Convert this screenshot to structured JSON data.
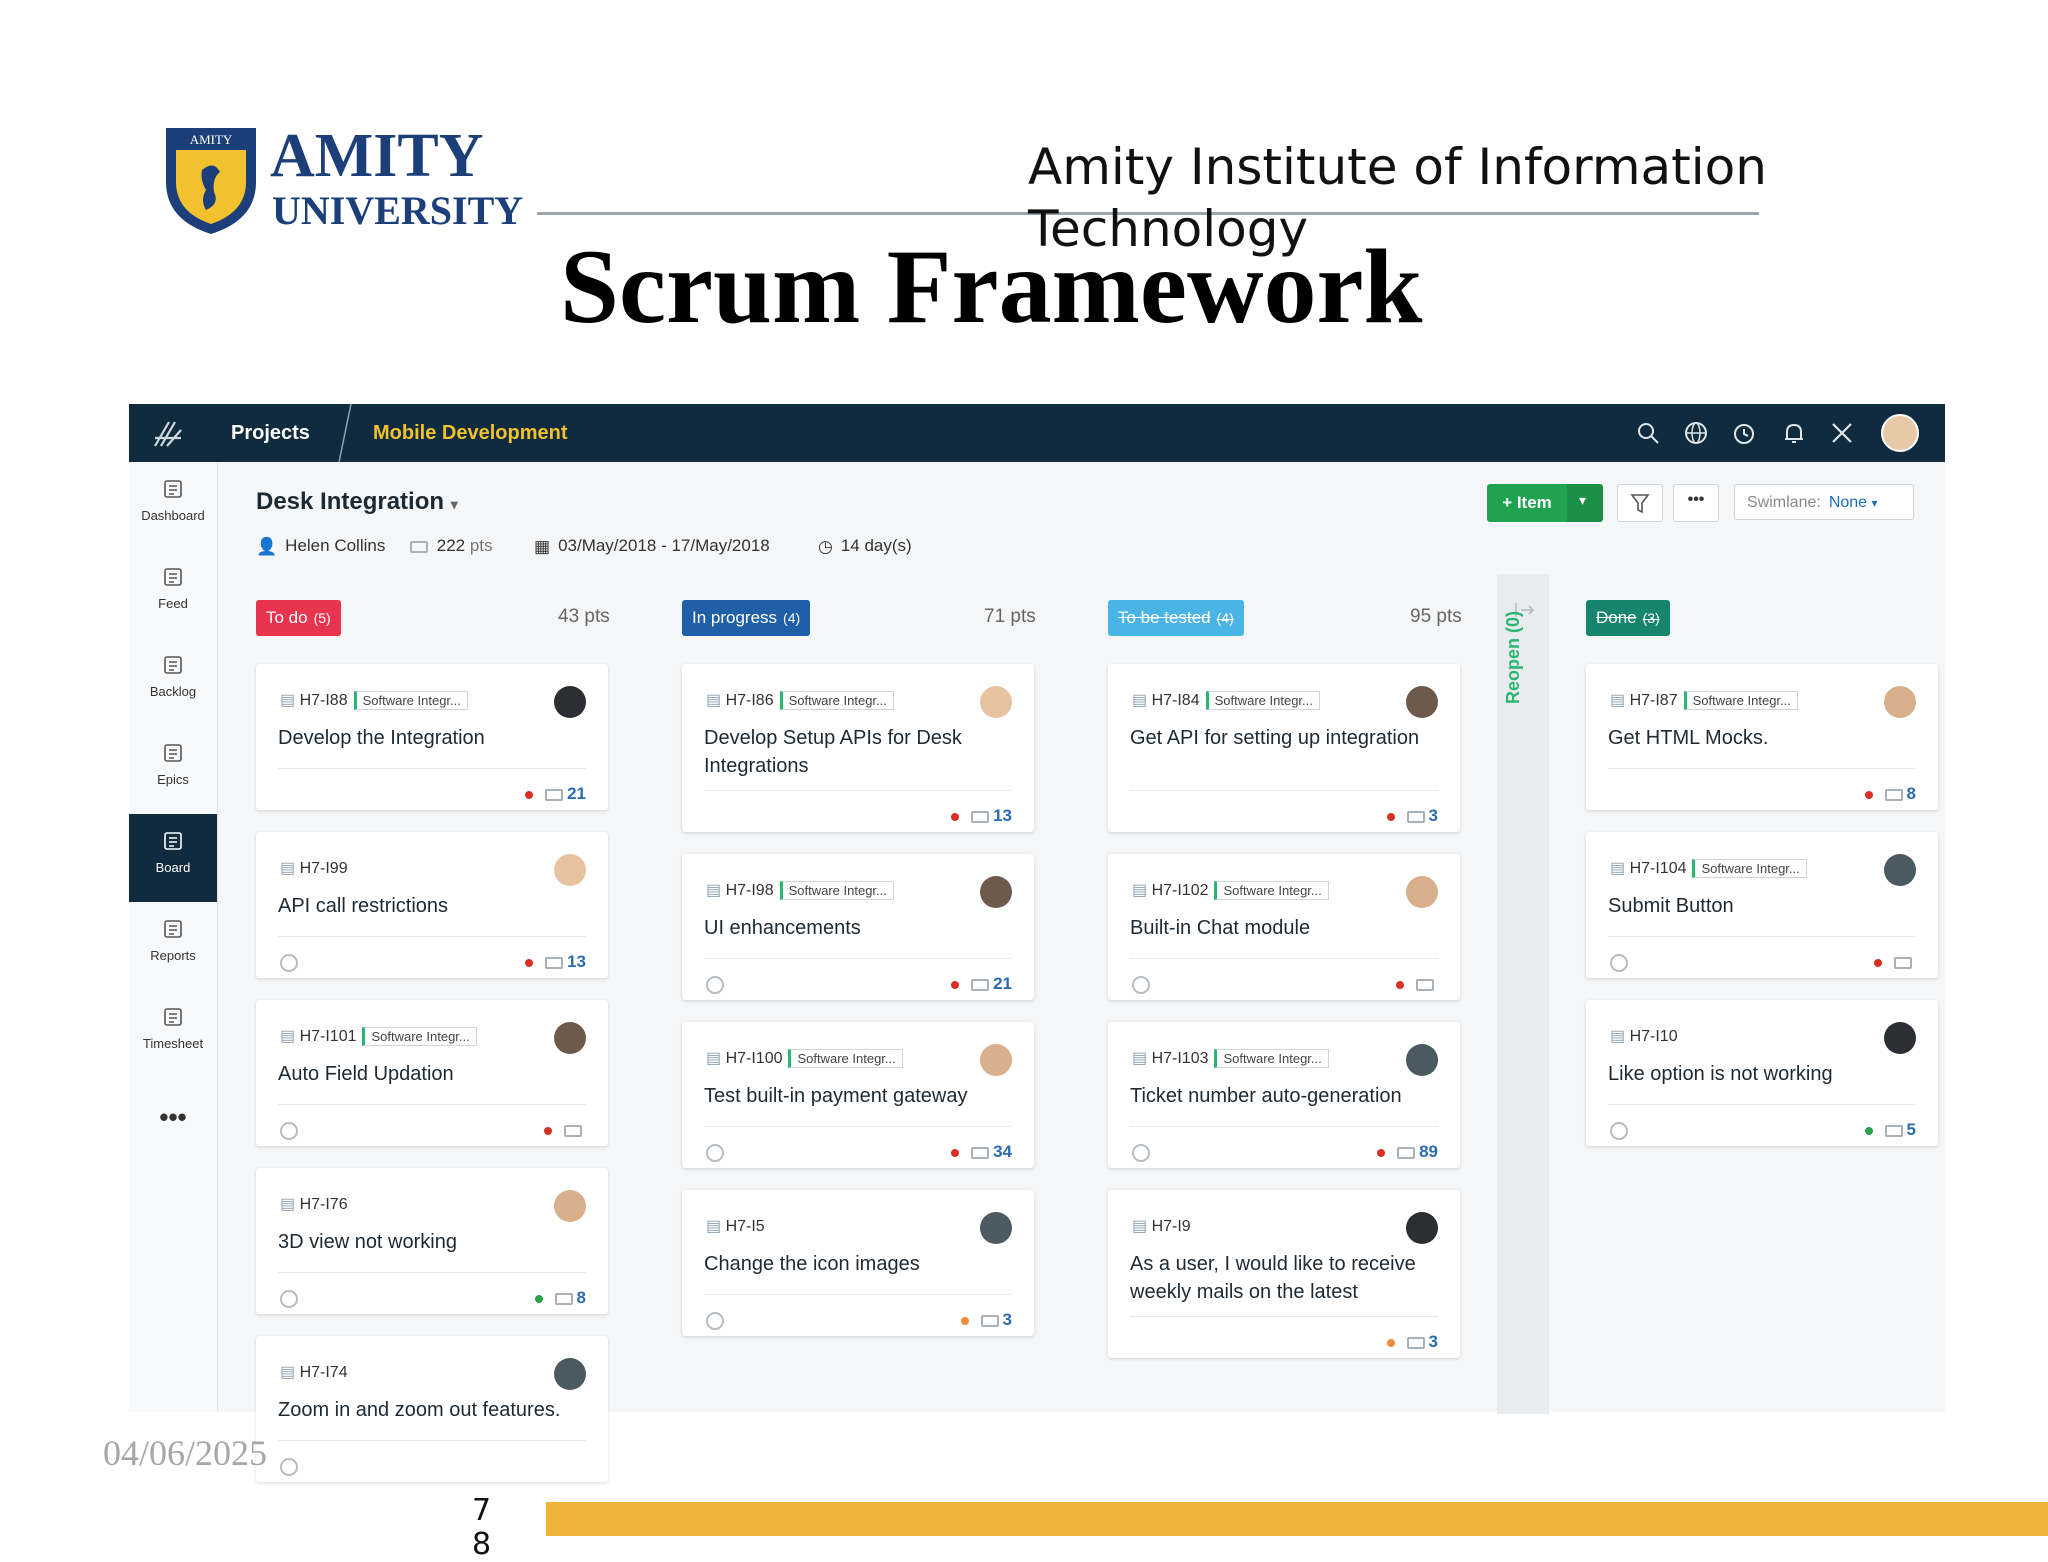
{
  "slide": {
    "institute": "Amity Institute of Information Technology",
    "title": "Scrum Framework",
    "date": "04/06/2025",
    "page_number": "7\n8",
    "logo": {
      "line1": "AMITY",
      "line2": "UNIVERSITY",
      "crest_text": "AMITY"
    },
    "colors": {
      "gold_bar": "#f0b43d",
      "rule": "#9aa7ad"
    }
  },
  "app": {
    "topbar": {
      "projects": "Projects",
      "breadcrumb": "Mobile Development",
      "icons": [
        "search-icon",
        "globe-icon",
        "timer-icon",
        "bell-icon",
        "tools-icon",
        "avatar"
      ]
    },
    "sidebar": {
      "items": [
        {
          "label": "Dashboard",
          "icon": "dashboard-icon"
        },
        {
          "label": "Feed",
          "icon": "feed-icon"
        },
        {
          "label": "Backlog",
          "icon": "backlog-icon"
        },
        {
          "label": "Epics",
          "icon": "epics-icon"
        },
        {
          "label": "Board",
          "icon": "board-icon",
          "active": true
        },
        {
          "label": "Reports",
          "icon": "reports-icon"
        },
        {
          "label": "Timesheet",
          "icon": "timesheet-icon"
        }
      ],
      "more": "•••"
    },
    "header": {
      "title": "Desk Integration",
      "owner": "Helen Collins",
      "points": "222",
      "points_unit": "pts",
      "date_range": "03/May/2018 - 17/May/2018",
      "duration": "14 day(s)",
      "add_item": "+ Item",
      "more": "•••",
      "swimlane_label": "Swimlane:",
      "swimlane_value": "None"
    },
    "columns": [
      {
        "name": "To do",
        "count": "(5)",
        "pts": "43 pts",
        "color": "#e8344e"
      },
      {
        "name": "In progress",
        "count": "(4)",
        "pts": "71 pts",
        "color": "#1f5fa8"
      },
      {
        "name": "To be tested",
        "count": "(4)",
        "pts": "95 pts",
        "color": "#4bb4e6"
      },
      {
        "name": "Done",
        "count": "(3)",
        "pts": "",
        "color": "#17856e"
      }
    ],
    "reopen": "Reopen (0)",
    "cards": {
      "todo": [
        {
          "id": "H7-I88",
          "tag": "Software Integr...",
          "title": "Develop the Integration",
          "pts": "21",
          "dot": "#d93025"
        },
        {
          "id": "H7-I99",
          "tag": "",
          "title": "API call restrictions",
          "pts": "13",
          "dot": "#d93025"
        },
        {
          "id": "H7-I101",
          "tag": "Software Integr...",
          "title": "Auto Field Updation",
          "pts": "",
          "dot": "#d93025"
        },
        {
          "id": "H7-I76",
          "tag": "",
          "title": "3D view not working",
          "pts": "8",
          "dot": "#2e9e4f"
        },
        {
          "id": "H7-I74",
          "tag": "",
          "title": "Zoom in and zoom out features.",
          "pts": "",
          "dot": ""
        }
      ],
      "progress": [
        {
          "id": "H7-I86",
          "tag": "Software Integr...",
          "title": "Develop Setup APIs for Desk Integrations",
          "pts": "13",
          "dot": "#d93025"
        },
        {
          "id": "H7-I98",
          "tag": "Software Integr...",
          "title": "UI enhancements",
          "pts": "21",
          "dot": "#d93025"
        },
        {
          "id": "H7-I100",
          "tag": "Software Integr...",
          "title": "Test built-in payment gateway",
          "pts": "34",
          "dot": "#d93025"
        },
        {
          "id": "H7-I5",
          "tag": "",
          "title": "Change the icon images",
          "pts": "3",
          "dot": "#f08c3a"
        }
      ],
      "tested": [
        {
          "id": "H7-I84",
          "tag": "Software Integr...",
          "title": "Get API for setting up integration",
          "pts": "3",
          "dot": "#d93025"
        },
        {
          "id": "H7-I102",
          "tag": "Software Integr...",
          "title": "Built-in Chat module",
          "pts": "",
          "dot": "#d93025"
        },
        {
          "id": "H7-I103",
          "tag": "Software Integr...",
          "title": "Ticket number auto-generation",
          "pts": "89",
          "dot": "#d93025"
        },
        {
          "id": "H7-I9",
          "tag": "",
          "title": "As a user, I would like to receive weekly mails on the latest",
          "pts": "3",
          "dot": "#f08c3a"
        }
      ],
      "done": [
        {
          "id": "H7-I87",
          "tag": "Software Integr...",
          "title": "Get HTML Mocks.",
          "pts": "8",
          "dot": "#d93025"
        },
        {
          "id": "H7-I104",
          "tag": "Software Integr...",
          "title": "Submit Button",
          "pts": "",
          "dot": "#d93025"
        },
        {
          "id": "H7-I10",
          "tag": "",
          "title": "Like option is not working",
          "pts": "5",
          "dot": "#2e9e4f"
        }
      ]
    }
  }
}
